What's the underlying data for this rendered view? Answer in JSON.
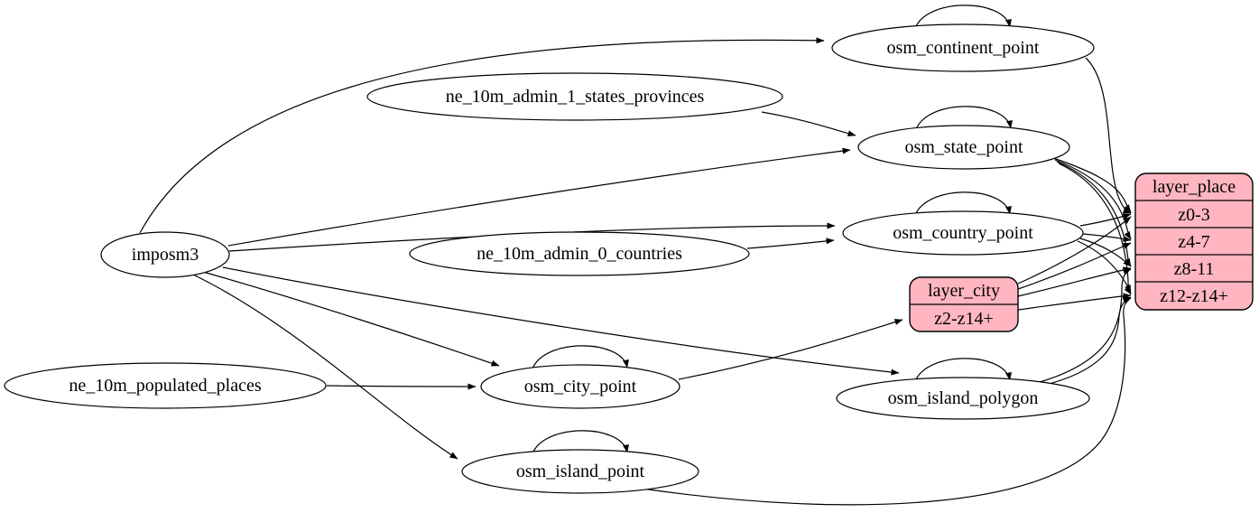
{
  "diagram": {
    "kind": "etl-dependency-graph",
    "colors": {
      "layer_fill": "#ffb6c1",
      "table_fill": "#ffffff",
      "edge": "#000000",
      "text": "#000000"
    },
    "nodes": [
      {
        "id": "imposm3",
        "shape": "ellipse",
        "label": "imposm3"
      },
      {
        "id": "ne_10m_admin_1_states_provinces",
        "shape": "ellipse",
        "label": "ne_10m_admin_1_states_provinces"
      },
      {
        "id": "ne_10m_admin_0_countries",
        "shape": "ellipse",
        "label": "ne_10m_admin_0_countries"
      },
      {
        "id": "ne_10m_populated_places",
        "shape": "ellipse",
        "label": "ne_10m_populated_places"
      },
      {
        "id": "osm_continent_point",
        "shape": "ellipse",
        "label": "osm_continent_point"
      },
      {
        "id": "osm_state_point",
        "shape": "ellipse",
        "label": "osm_state_point"
      },
      {
        "id": "osm_country_point",
        "shape": "ellipse",
        "label": "osm_country_point"
      },
      {
        "id": "osm_city_point",
        "shape": "ellipse",
        "label": "osm_city_point"
      },
      {
        "id": "osm_island_polygon",
        "shape": "ellipse",
        "label": "osm_island_polygon"
      },
      {
        "id": "osm_island_point",
        "shape": "ellipse",
        "label": "osm_island_point"
      },
      {
        "id": "layer_city",
        "shape": "record",
        "label": "layer_city",
        "rows": [
          {
            "id": "z2-z14+",
            "label": "z2-z14+"
          }
        ]
      },
      {
        "id": "layer_place",
        "shape": "record",
        "label": "layer_place",
        "rows": [
          {
            "id": "z0-3",
            "label": "z0-3"
          },
          {
            "id": "z4-7",
            "label": "z4-7"
          },
          {
            "id": "z8-11",
            "label": "z8-11"
          },
          {
            "id": "z12-z14+",
            "label": "z12-z14+"
          }
        ]
      }
    ],
    "edges": [
      {
        "from": "imposm3",
        "to": "osm_continent_point"
      },
      {
        "from": "imposm3",
        "to": "osm_state_point"
      },
      {
        "from": "imposm3",
        "to": "osm_country_point"
      },
      {
        "from": "imposm3",
        "to": "osm_city_point"
      },
      {
        "from": "imposm3",
        "to": "osm_island_polygon"
      },
      {
        "from": "imposm3",
        "to": "osm_island_point"
      },
      {
        "from": "ne_10m_admin_1_states_provinces",
        "to": "osm_state_point"
      },
      {
        "from": "ne_10m_admin_0_countries",
        "to": "osm_country_point"
      },
      {
        "from": "ne_10m_populated_places",
        "to": "osm_city_point"
      },
      {
        "from": "osm_continent_point",
        "to": "osm_continent_point",
        "self": true
      },
      {
        "from": "osm_state_point",
        "to": "osm_state_point",
        "self": true
      },
      {
        "from": "osm_country_point",
        "to": "osm_country_point",
        "self": true
      },
      {
        "from": "osm_city_point",
        "to": "osm_city_point",
        "self": true
      },
      {
        "from": "osm_island_polygon",
        "to": "osm_island_polygon",
        "self": true
      },
      {
        "from": "osm_island_point",
        "to": "osm_island_point",
        "self": true
      },
      {
        "from": "osm_city_point",
        "to": "layer_city",
        "to_port": "z2-z14+"
      },
      {
        "from": "osm_continent_point",
        "to": "layer_place",
        "to_port": "z0-3"
      },
      {
        "from": "osm_state_point",
        "to": "layer_place",
        "to_port": "z0-3"
      },
      {
        "from": "osm_state_point",
        "to": "layer_place",
        "to_port": "z4-7"
      },
      {
        "from": "osm_state_point",
        "to": "layer_place",
        "to_port": "z8-11"
      },
      {
        "from": "osm_state_point",
        "to": "layer_place",
        "to_port": "z12-z14+"
      },
      {
        "from": "osm_country_point",
        "to": "layer_place",
        "to_port": "z0-3"
      },
      {
        "from": "osm_country_point",
        "to": "layer_place",
        "to_port": "z4-7"
      },
      {
        "from": "osm_country_point",
        "to": "layer_place",
        "to_port": "z8-11"
      },
      {
        "from": "osm_country_point",
        "to": "layer_place",
        "to_port": "z12-z14+"
      },
      {
        "from": "layer_city",
        "to": "layer_place",
        "to_port": "z0-3"
      },
      {
        "from": "layer_city",
        "to": "layer_place",
        "to_port": "z4-7"
      },
      {
        "from": "layer_city",
        "to": "layer_place",
        "to_port": "z8-11"
      },
      {
        "from": "layer_city",
        "to": "layer_place",
        "to_port": "z12-z14+"
      },
      {
        "from": "osm_island_polygon",
        "to": "layer_place",
        "to_port": "z8-11"
      },
      {
        "from": "osm_island_polygon",
        "to": "layer_place",
        "to_port": "z12-z14+"
      },
      {
        "from": "osm_island_point",
        "to": "layer_place",
        "to_port": "z12-z14+"
      }
    ]
  }
}
